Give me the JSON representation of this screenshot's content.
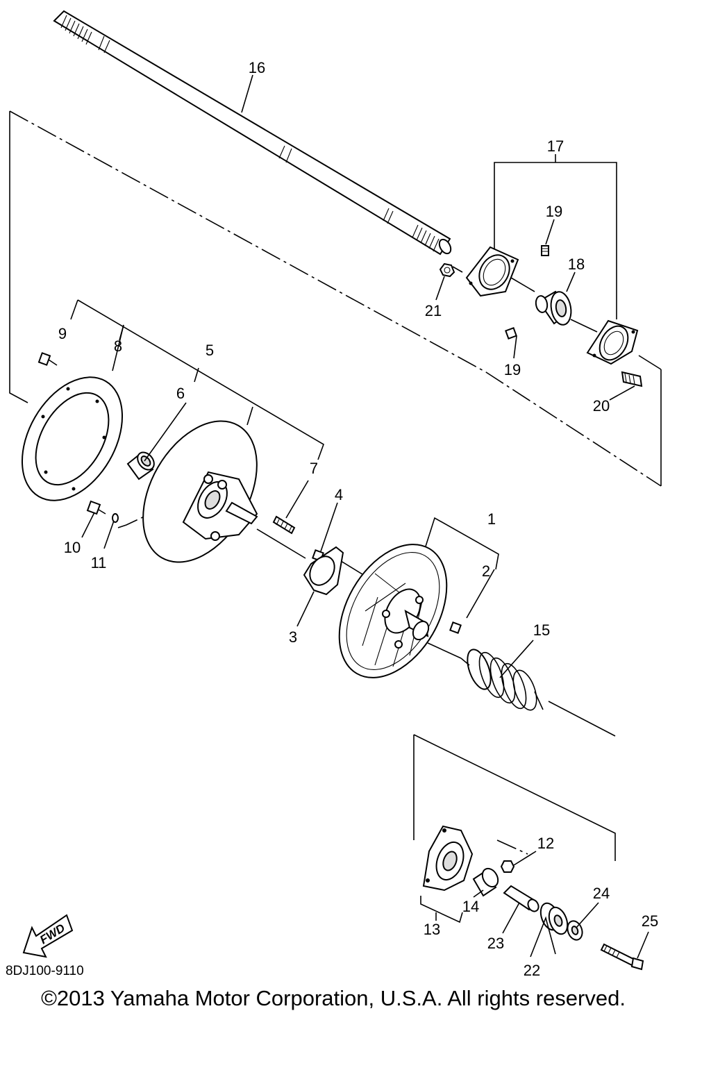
{
  "diagram": {
    "code": "8DJ100-9110",
    "copyright": "©2013 Yamaha Motor Corporation, U.S.A. All rights reserved.",
    "fwd_label": "FWD",
    "callouts": [
      "1",
      "2",
      "3",
      "4",
      "5",
      "6",
      "7",
      "8",
      "9",
      "10",
      "11",
      "12",
      "13",
      "14",
      "15",
      "16",
      "17",
      "18",
      "19",
      "19",
      "20",
      "21",
      "22",
      "23",
      "24",
      "25"
    ]
  }
}
